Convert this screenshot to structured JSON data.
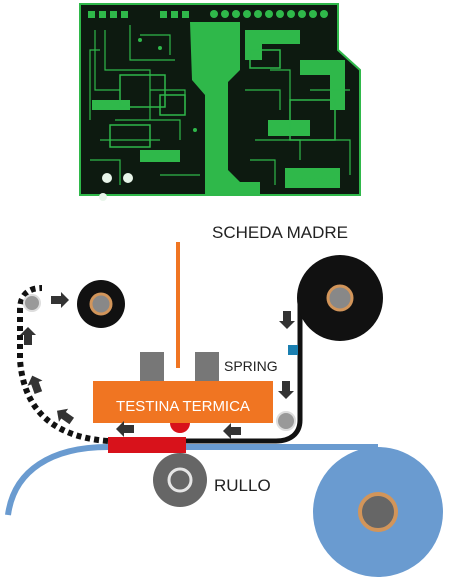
{
  "labels": {
    "board": "SCHEDA MADRE",
    "spring": "SPRING",
    "print_head": "TESTINA TERMICA",
    "roller": "RULLO"
  },
  "colors": {
    "pcb_background": "#0d1a10",
    "pcb_copper": "#2fb84a",
    "cable": "#f07522",
    "print_head": "#f07522",
    "paper": "#6a9bd0",
    "ribbon": "#111111",
    "spool_core": "#d2955a",
    "roller_body": "#666666",
    "heating_element": "#d8121b",
    "arrow": "#333333",
    "sensor": "#1a7fb0"
  },
  "icons": [
    "motion-arrow-icon"
  ]
}
